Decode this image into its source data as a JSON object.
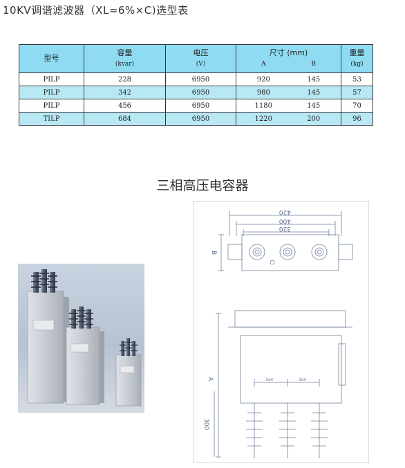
{
  "title": "10KV调谐滤波器（XL=6%×C)选型表",
  "table": {
    "headers": [
      {
        "main": "型号",
        "sub": ""
      },
      {
        "main": "容量",
        "sub": "(kvar)"
      },
      {
        "main": "电压",
        "sub": "(V)"
      },
      {
        "main": "尺寸 (mm)",
        "sub_a": "A",
        "sub_b": "B"
      },
      {
        "main": "重量",
        "sub": "(kg)"
      }
    ],
    "rows": [
      {
        "model": "PILP",
        "capacity": "228",
        "voltage": "6950",
        "a": "920",
        "b": "145",
        "weight": "53"
      },
      {
        "model": "PILP",
        "capacity": "342",
        "voltage": "6950",
        "a": "980",
        "b": "145",
        "weight": "57"
      },
      {
        "model": "PILP",
        "capacity": "456",
        "voltage": "6950",
        "a": "1180",
        "b": "145",
        "weight": "70"
      },
      {
        "model": "TILP",
        "capacity": "684",
        "voltage": "6950",
        "a": "1220",
        "b": "200",
        "weight": "96"
      }
    ]
  },
  "section_title": "三相高压电容器",
  "drawing": {
    "dim_420": "420",
    "dim_400": "400",
    "dim_320": "320",
    "dim_b": "B",
    "dim_a": "A",
    "dim_300": "300",
    "dim_left_small": "3x4",
    "dim_right_small": "3x4"
  },
  "colors": {
    "header_bg": "#8fdcf2",
    "alt_row_bg": "#b9e8f5",
    "drawing_line": "#6e7f9a"
  }
}
